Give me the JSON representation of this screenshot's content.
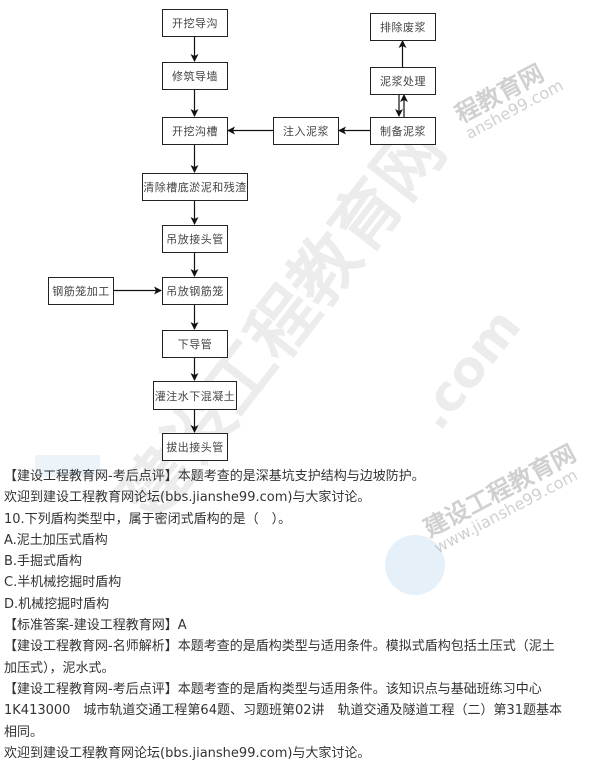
{
  "flowchart": {
    "boxes": {
      "dig_guide_trench": "开挖导沟",
      "build_guide_wall": "修筑导墙",
      "dig_trench": "开挖沟槽",
      "inject_slurry": "注入泥浆",
      "prepare_slurry": "制备泥浆",
      "treat_slurry": "泥浆处理",
      "discharge_waste": "排除废浆",
      "clear_bottom": "清除槽底淤泥和残渣",
      "lower_joint_pipe": "吊放接头管",
      "cage_fabrication": "钢筋笼加工",
      "lower_cage": "吊放钢筋笼",
      "lower_tremie": "下导管",
      "pour_concrete": "灌注水下混凝土",
      "pull_joint_pipe": "拔出接头管"
    }
  },
  "watermark": {
    "big_cn": "建设工程教育网",
    "big_com": ".com",
    "small_cn": "建设工程教育网",
    "small_en": "www.jianshe99.com",
    "partial_cn": "程教育网",
    "partial_en": "anshe99.com"
  },
  "content": {
    "lines": [
      "【建设工程教育网-考后点评】本题考查的是深基坑支护结构与边坡防护。",
      "欢迎到建设工程教育网论坛(bbs.jianshe99.com)与大家讨论。",
      "10.下列盾构类型中，属于密闭式盾构的是（　）。",
      "A.泥土加压式盾构",
      "B.手掘式盾构",
      "C.半机械挖掘时盾构",
      "D.机械挖掘时盾构",
      "【标准答案-建设工程教育网】A",
      "【建设工程教育网-名师解析】本题考查的是盾构类型与适用条件。模拟式盾构包括土压式（泥土",
      "加压式），泥水式。",
      "【建设工程教育网-考后点评】本题考查的是盾构类型与适用条件。该知识点与基础班练习中心",
      "1K413000　城市轨道交通工程第64题、习题班第02讲　轨道交通及隧道工程（二）第31题基本",
      "相同。",
      "欢迎到建设工程教育网论坛(bbs.jianshe99.com)与大家讨论。"
    ]
  }
}
